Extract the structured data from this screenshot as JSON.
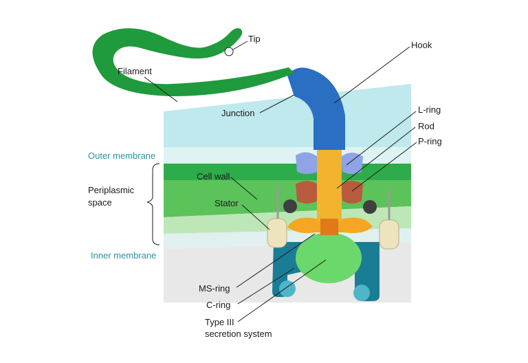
{
  "labels": {
    "tip": "Tip",
    "hook": "Hook",
    "filament": "Filament",
    "junction": "Junction",
    "l_ring": "L-ring",
    "rod": "Rod",
    "p_ring": "P-ring",
    "outer_membrane": "Outer membrane",
    "cell_wall": "Cell wall",
    "periplasmic_1": "Periplasmic",
    "periplasmic_2": "space",
    "stator": "Stator",
    "inner_membrane": "Inner membrane",
    "ms_ring": "MS-ring",
    "c_ring": "C-ring",
    "t3ss_1": "Type III",
    "t3ss_2": "secretion system"
  },
  "colors": {
    "filament": "#1f9a3c",
    "hook": "#2a6fc2",
    "rod": "#f2b32e",
    "l_ring": "#8fa3e6",
    "p_ring": "#b85a3c",
    "ms_ring": "#6bd86b",
    "c_ring": "#1a7d96",
    "stator": "#ede3bd",
    "outer_membrane": "#cdeff0",
    "cell_wall": "#34b34f",
    "inner_membrane": "#a8e6a8",
    "membrane_label": "#2e8fa0"
  }
}
